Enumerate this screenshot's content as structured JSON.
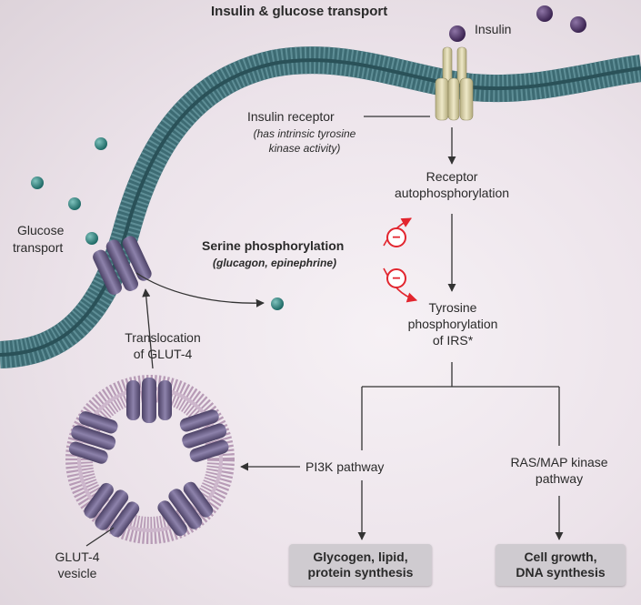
{
  "title": "Insulin & glucose transport",
  "labels": {
    "insulin": "Insulin",
    "insulin_receptor": "Insulin receptor",
    "receptor_note_1": "(has intrinsic tyrosine",
    "receptor_note_2": "kinase activity)",
    "receptor_auto_1": "Receptor",
    "receptor_auto_2": "autophosphorylation",
    "glucose_transport_1": "Glucose",
    "glucose_transport_2": "transport",
    "serine_1": "Serine phosphorylation",
    "serine_2": "(glucagon, epinephrine)",
    "tyrosine_1": "Tyrosine",
    "tyrosine_2": "phosphorylation",
    "tyrosine_3": "of IRS*",
    "translocation_1": "Translocation",
    "translocation_2": "of GLUT-4",
    "pi3k": "PI3K pathway",
    "ras_1": "RAS/MAP kinase",
    "ras_2": "pathway",
    "glut4_1": "GLUT-4",
    "glut4_2": "vesicle",
    "inhibit_symbol": "−"
  },
  "outputs": {
    "left_1": "Glycogen, lipid,",
    "left_2": "protein synthesis",
    "right_1": "Cell growth,",
    "right_2": "DNA synthesis"
  },
  "colors": {
    "membrane": "#3d6b73",
    "membrane_dark": "#284e55",
    "insulin": "#4a2f63",
    "glucose": "#2d7f7b",
    "receptor": "#d8d1a8",
    "glut": "#6b6087",
    "vesicle": "#a98fa8",
    "inhibit": "#e2252e",
    "arrow": "#333333"
  }
}
